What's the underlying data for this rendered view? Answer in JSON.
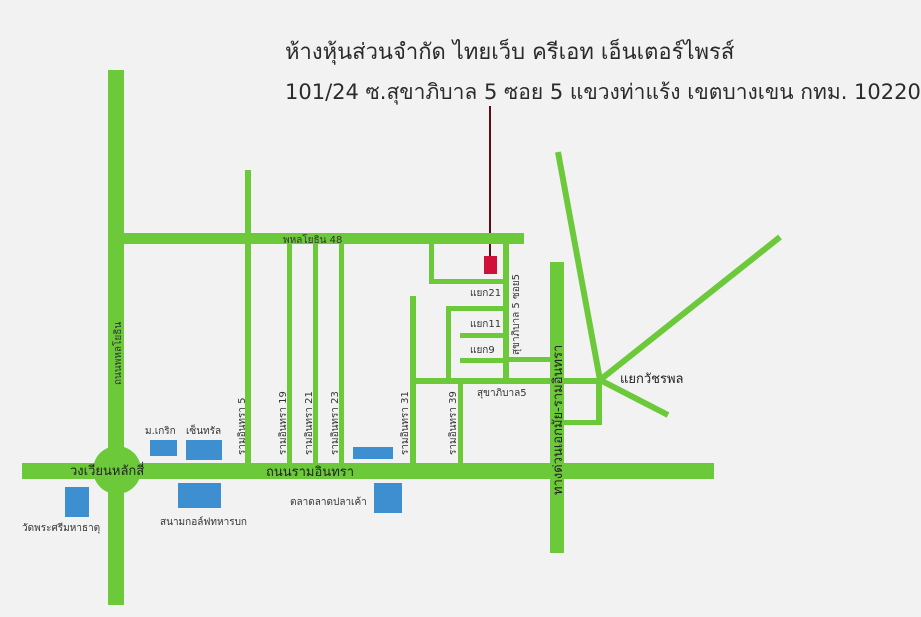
{
  "header": {
    "company": "ห้างหุ้นส่วนจำกัด ไทยเว็บ ครีเอท เอ็นเตอร์ไพรส์",
    "address": "101/24 ซ.สุขาภิบาล 5 ซอย 5 แขวงท่าแร้ง เขตบางเขน กทม. 10220"
  },
  "colors": {
    "road": "#6cc93a",
    "building": "#3d8fd0",
    "target": "#d0103a",
    "pointer": "#5a0f16",
    "background": "#f2f2f2"
  },
  "roads": {
    "phahonyothin48": "พหลโยธิน 48",
    "phahonyothin_road": "ถนนพหลโยธิน",
    "ram_intra_road": "ถนนรามอินทรา",
    "expressway": "ทางด่วนเอกมัย-รามอินทรา",
    "sukhapiban5": "สุขาภิบาล5",
    "sukhapiban5_soi5": "สุขาภิบาล 5 ซอย5",
    "ram_intra_5": "รามอินทรา 5",
    "ram_intra_19": "รามอินทรา 19",
    "ram_intra_21": "รามอินทรา 21",
    "ram_intra_23": "รามอินทรา 23",
    "ram_intra_31": "รามอินทรา 31",
    "ram_intra_39": "รามอินทรา 39",
    "yaek21": "แยก21",
    "yaek11": "แยก11",
    "yaek9": "แยก9"
  },
  "places": {
    "wongwian_laksi": "วงเวียนหลักสี่",
    "yaek_watcharaphon": "แยกวัชรพล",
    "kasem_bundit": "ม.เกริก",
    "central": "เซ็นทรัล",
    "wat_phra_si_mahathat": "วัดพระศรีมหาธาตุ",
    "golf_course": "สนามกอล์ฟทหารบก",
    "talad_lad_pla_khao": "ตลาดลาดปลาเค้า"
  }
}
